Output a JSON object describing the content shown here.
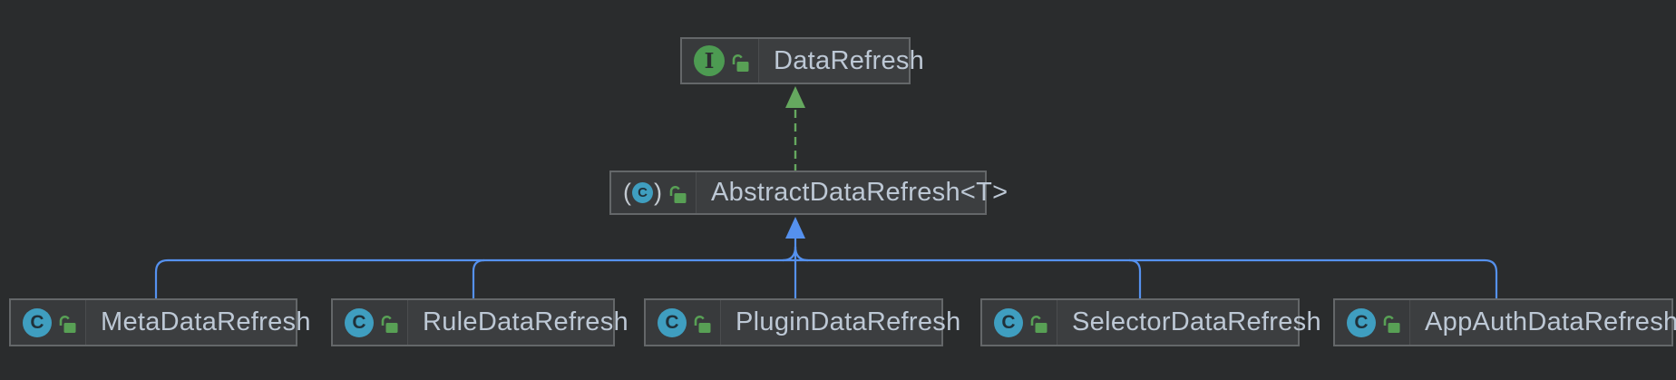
{
  "diagram": {
    "type": "uml-class-hierarchy",
    "icon_glyphs": {
      "interface": "I",
      "class": "C",
      "abstract_open": "(",
      "abstract_close": ")"
    },
    "colors": {
      "background": "#2a2c2d",
      "node_fill": "#3c3e40",
      "node_border": "#646769",
      "label_text": "#bdc8d5",
      "interface_icon": "#4d9b52",
      "class_icon": "#3f9ec0",
      "unlocked_icon": "#58a055",
      "realization_edge": "#65a85f",
      "generalization_edge": "#5591ee"
    },
    "nodes": [
      {
        "label": "DataRefresh",
        "kind": "interface",
        "unlocked": true
      },
      {
        "label": "AbstractDataRefresh<T>",
        "kind": "abstract-class",
        "unlocked": true
      },
      {
        "label": "MetaDataRefresh",
        "kind": "class",
        "unlocked": true
      },
      {
        "label": "RuleDataRefresh",
        "kind": "class",
        "unlocked": true
      },
      {
        "label": "PluginDataRefresh",
        "kind": "class",
        "unlocked": true
      },
      {
        "label": "SelectorDataRefresh",
        "kind": "class",
        "unlocked": true
      },
      {
        "label": "AppAuthDataRefresh",
        "kind": "class",
        "unlocked": true
      }
    ],
    "edges": [
      {
        "from": "AbstractDataRefresh<T>",
        "to": "DataRefresh",
        "type": "realization",
        "style": "dashed"
      },
      {
        "from": "MetaDataRefresh",
        "to": "AbstractDataRefresh<T>",
        "type": "generalization",
        "style": "solid"
      },
      {
        "from": "RuleDataRefresh",
        "to": "AbstractDataRefresh<T>",
        "type": "generalization",
        "style": "solid"
      },
      {
        "from": "PluginDataRefresh",
        "to": "AbstractDataRefresh<T>",
        "type": "generalization",
        "style": "solid"
      },
      {
        "from": "SelectorDataRefresh",
        "to": "AbstractDataRefresh<T>",
        "type": "generalization",
        "style": "solid"
      },
      {
        "from": "AppAuthDataRefresh",
        "to": "AbstractDataRefresh<T>",
        "type": "generalization",
        "style": "solid"
      }
    ]
  }
}
